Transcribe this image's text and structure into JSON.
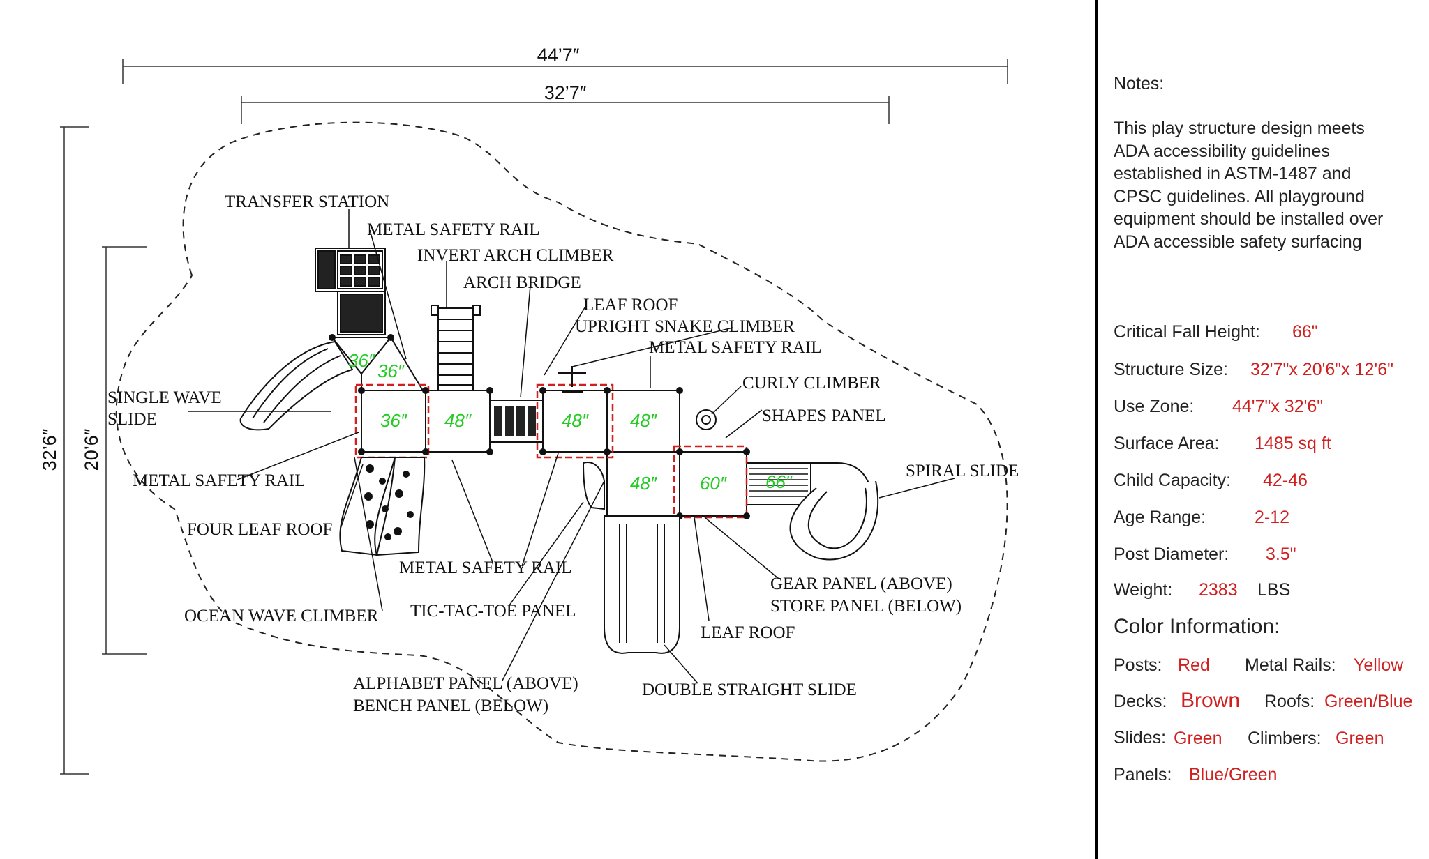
{
  "plan": {
    "dimensions": {
      "overall_width": "44’7″",
      "inner_width": "32’7″",
      "overall_height": "32’6″",
      "inner_height": "20’6″"
    },
    "deck_heights": [
      "36″",
      "36″",
      "36″",
      "48″",
      "48″",
      "48″",
      "48″",
      "60″",
      "66″"
    ],
    "callouts": {
      "transfer_station": "TRANSFER STATION",
      "metal_safety_rail_1": "METAL SAFETY RAIL",
      "invert_arch_climber": "INVERT ARCH CLIMBER",
      "arch_bridge": "ARCH BRIDGE",
      "leaf_roof_1": "LEAF ROOF",
      "upright_snake_climber": "UPRIGHT SNAKE CLIMBER",
      "metal_safety_rail_2": "METAL SAFETY RAIL",
      "curly_climber": "CURLY CLIMBER",
      "shapes_panel": "SHAPES PANEL",
      "spiral_slide": "SPIRAL SLIDE",
      "single_wave_slide_1": "SINGLE WAVE",
      "single_wave_slide_2": "SLIDE",
      "metal_safety_rail_3": "METAL SAFETY RAIL",
      "four_leaf_roof": "FOUR LEAF ROOF",
      "metal_safety_rail_4": "METAL SAFETY RAIL",
      "ocean_wave_climber": "OCEAN WAVE CLIMBER",
      "tic_tac_toe_panel": "TIC-TAC-TOE PANEL",
      "gear_panel": "GEAR PANEL (ABOVE)",
      "store_panel": "STORE PANEL (BELOW)",
      "leaf_roof_2": "LEAF ROOF",
      "alphabet_panel": "ALPHABET PANEL (ABOVE)",
      "bench_panel": "BENCH PANEL (BELOW)",
      "double_straight_slide": "DOUBLE STRAIGHT SLIDE"
    }
  },
  "notes": {
    "heading": "Notes:",
    "paragraph": "This play structure design meets ADA accessibility guidelines established in ASTM-1487 and CPSC guidelines. All playground equipment should be installed over ADA accessible safety surfacing",
    "critical_fall_height_label": "Critical Fall Height:",
    "critical_fall_height_value": "66\"",
    "structure_size_label": "Structure Size:",
    "structure_size_value": "32'7\"x 20'6\"x 12'6\"",
    "use_zone_label": "Use Zone:",
    "use_zone_value": "44'7\"x 32'6\"",
    "surface_area_label": "Surface Area:",
    "surface_area_value": "1485 sq ft",
    "child_capacity_label": "Child Capacity:",
    "child_capacity_value": "42-46",
    "age_range_label": "Age Range:",
    "age_range_value": "2-12",
    "post_diameter_label": "Post Diameter:",
    "post_diameter_value": "3.5\"",
    "weight_label": "Weight:",
    "weight_value": "2383",
    "weight_unit": "LBS",
    "color_heading": "Color Information:",
    "posts_label": "Posts:",
    "posts_value": "Red",
    "metal_rails_label": "Metal Rails:",
    "metal_rails_value": "Yellow",
    "decks_label": "Decks:",
    "decks_value": "Brown",
    "roofs_label": "Roofs:",
    "roofs_value": "Green/Blue",
    "slides_label": "Slides:",
    "slides_value": "Green",
    "climbers_label": "Climbers:",
    "climbers_value": "Green",
    "panels_label": "Panels:",
    "panels_value": "Blue/Green"
  },
  "colors": {
    "deck_label": "#22cc22",
    "post_highlight": "#d01f1f",
    "note_value": "#d01f1f"
  }
}
